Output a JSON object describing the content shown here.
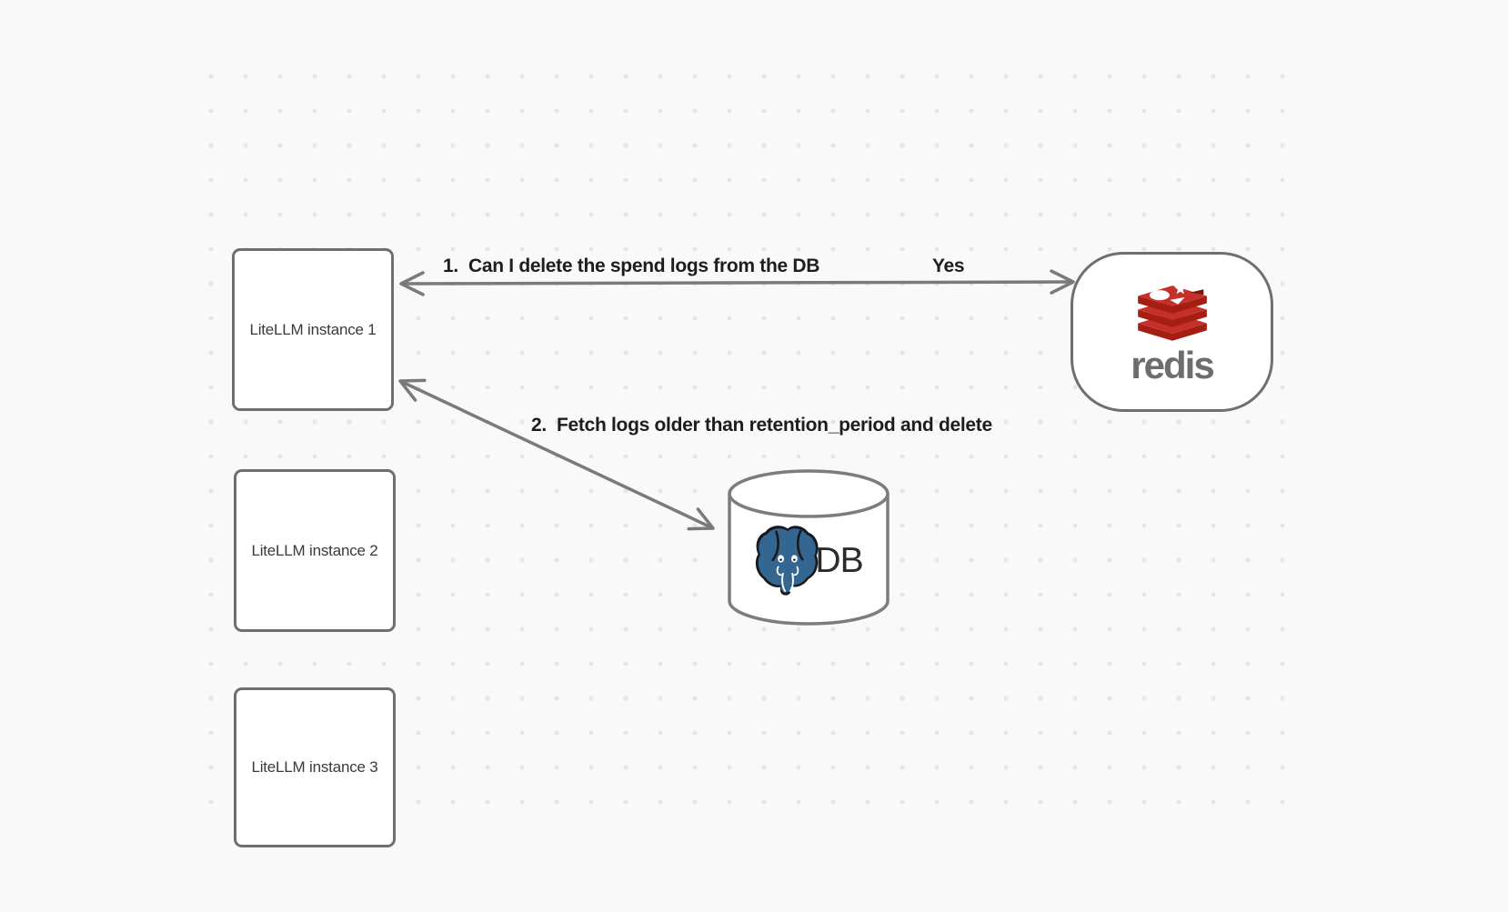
{
  "diagram": {
    "nodes": {
      "instance1": {
        "label": "LiteLLM instance 1"
      },
      "instance2": {
        "label": "LiteLLM instance 2"
      },
      "instance3": {
        "label": "LiteLLM instance 3"
      },
      "redis": {
        "wordmark": "redis"
      },
      "db": {
        "label": "DB"
      }
    },
    "edges": {
      "edge1": {
        "label": "1.  Can I delete the spend logs from the DB",
        "response": "Yes",
        "from": "LiteLLM instance 1",
        "to": "redis",
        "style": "double-arrow"
      },
      "edge2": {
        "label": "2.  Fetch logs older than retention_period and delete",
        "from": "LiteLLM instance 1",
        "to": "DB",
        "style": "double-arrow"
      }
    },
    "icons": {
      "redis_logo": "redis-stacked-discs-logo",
      "postgres_logo": "postgresql-elephant-logo"
    },
    "colors": {
      "background": "#f9f9f9",
      "dot_grid": "#e6e6e6",
      "node_border": "#6f6f6f",
      "node_fill": "#ffffff",
      "arrow": "#7a7a7a",
      "edge_label_text": "#1d1d1f",
      "node_label_text": "#3a3a3a",
      "redis_red": "#c6302b",
      "redis_dark_red": "#a41e11",
      "redis_wordmark_gray": "#6d6d6d",
      "postgres_blue": "#336791",
      "db_text": "#2b2b2b"
    }
  }
}
